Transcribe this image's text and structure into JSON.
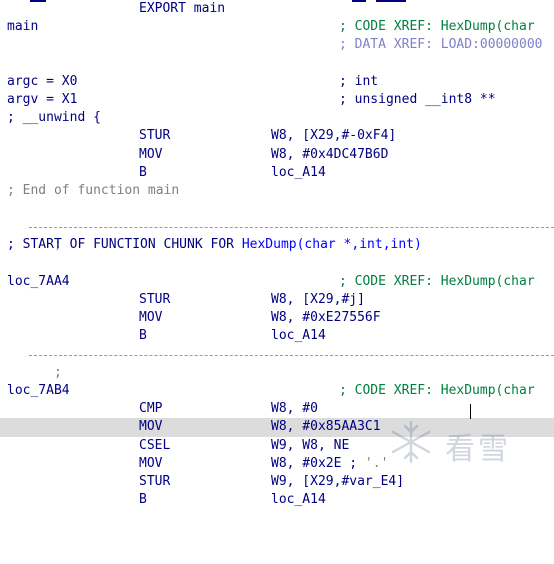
{
  "listing": {
    "export_mnem": "EXPORT main",
    "main_label": "main",
    "main_xref1": "; CODE XREF: HexDump(char",
    "main_xref2": "; DATA XREF: LOAD:00000000",
    "argc_label": "argc = X0",
    "argc_type": "; int",
    "argv_label": "argv = X1",
    "argv_type": "; unsigned __int8 **",
    "unwind": "; __unwind {",
    "main_block": [
      {
        "mnem": "STUR",
        "oper": "W8, [X29,#-0xF4]"
      },
      {
        "mnem": "MOV",
        "oper": "W8, #0x4DC47B6D"
      },
      {
        "mnem": "B",
        "oper": "loc_A14"
      }
    ],
    "end_main": "; End of function main",
    "sep_prefix": ";",
    "chunk_prefix": "; START OF FUNCTION CHUNK FOR ",
    "chunk_fn": "HexDump(char *,int,int)",
    "loc1_label": "loc_7AA4",
    "loc1_xref": "; CODE XREF: HexDump(char",
    "loc1_block": [
      {
        "mnem": "STUR",
        "oper": "W8, [X29,#j]"
      },
      {
        "mnem": "MOV",
        "oper": "W8, #0xE27556F"
      },
      {
        "mnem": "B",
        "oper": "loc_A14"
      }
    ],
    "loc2_label": "loc_7AB4",
    "loc2_xref": "; CODE XREF: HexDump(char",
    "loc2_block": [
      {
        "mnem": "CMP",
        "oper": "W8, #0"
      },
      {
        "mnem": "MOV",
        "oper": "W8, #0x85AA3C1"
      },
      {
        "mnem": "CSEL",
        "oper": "W9, W8, NE"
      },
      {
        "mnem": "MOV",
        "oper": "W8, #0x2E ;",
        "cmt": "'.'"
      },
      {
        "mnem": "STUR",
        "oper": "W9, [X29,#var_E4]"
      },
      {
        "mnem": "B",
        "oper": "loc_A14"
      }
    ]
  },
  "watermark": {
    "text": "看雪",
    "icon": "snowflake-logo-icon"
  },
  "colors": {
    "code": "#000080",
    "xref": "#008040",
    "data_xref": "#8080c8",
    "comment": "#808080",
    "function_link": "#0000ff",
    "highlight": "#dcdcdc"
  }
}
